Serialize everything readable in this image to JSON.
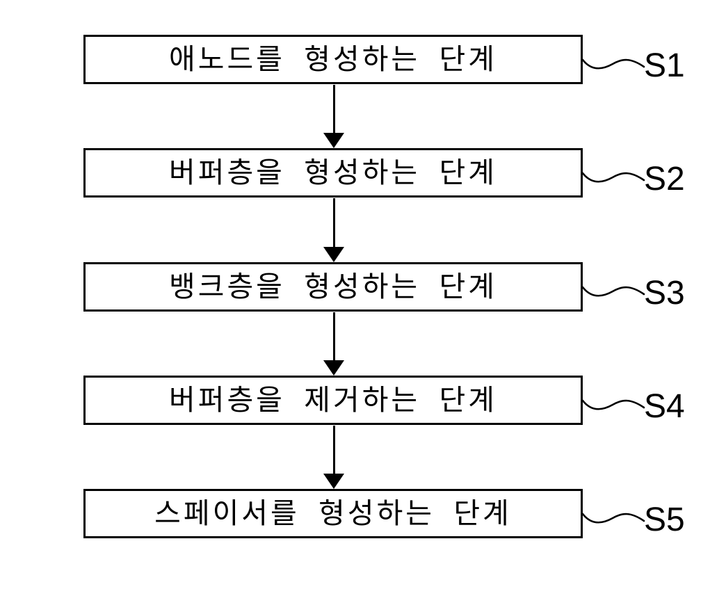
{
  "figure": {
    "type": "flowchart",
    "background_color": "#ffffff",
    "line_color": "#000000",
    "direction": "top-to-bottom"
  },
  "steps": [
    {
      "label": "애노드를 형성하는 단계",
      "tag": "S1"
    },
    {
      "label": "버퍼층을 형성하는 단계",
      "tag": "S2"
    },
    {
      "label": "뱅크층을 형성하는 단계",
      "tag": "S3"
    },
    {
      "label": "버퍼층을 제거하는 단계",
      "tag": "S4"
    },
    {
      "label": "스페이서를 형성하는 단계",
      "tag": "S5"
    }
  ],
  "connectors": {
    "between_steps": "filled-down-arrow",
    "step_to_tag": "tilde-squiggle-line"
  }
}
